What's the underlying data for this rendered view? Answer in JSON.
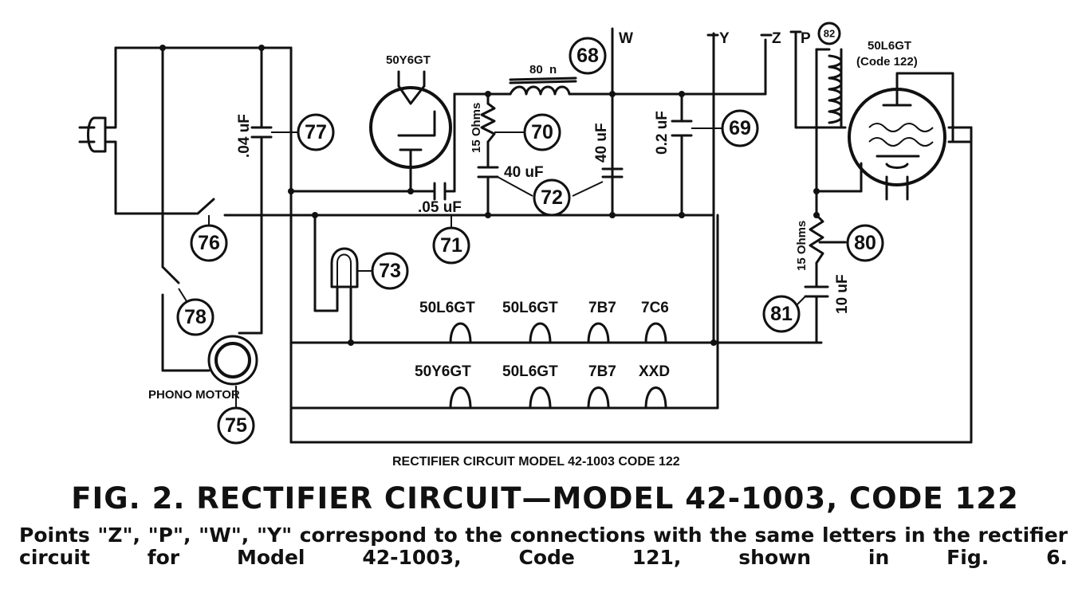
{
  "diagram": {
    "tubes": {
      "rectifier": "50Y6GT",
      "output": "50L6GT",
      "output_code": "(Code 122)"
    },
    "points": {
      "w": "W",
      "y": "Y",
      "z": "Z",
      "p": "P"
    },
    "components": {
      "choke": "80",
      "choke_unit": "n",
      "res_top": "15 Ohms",
      "cap_40a": "40 uF",
      "cap_40b": "40 uF",
      "cap_05": ".05 uF",
      "cap_04": ".04 uF",
      "cap_02": "0.2 uF",
      "res_right": "15 Ohms",
      "cap_10": "10 uF",
      "phono_motor": "PHONO MOTOR"
    },
    "heaters_row1": [
      "50L6GT",
      "50L6GT",
      "7B7",
      "7C6"
    ],
    "heaters_row2": [
      "50Y6GT",
      "50L6GT",
      "7B7",
      "XXD"
    ],
    "callouts": {
      "c68": "68",
      "c69": "69",
      "c70": "70",
      "c71": "71",
      "c72": "72",
      "c73": "73",
      "c75": "75",
      "c76": "76",
      "c77": "77",
      "c78": "78",
      "c80": "80",
      "c81": "81",
      "c82": "82"
    },
    "small_caption": "RECTIFIER CIRCUIT MODEL 42-1003 CODE 122"
  },
  "figure": {
    "title": "FIG. 2. RECTIFIER CIRCUIT—MODEL 42-1003, CODE 122",
    "note": "Points \"Z\", \"P\", \"W\", \"Y\" correspond to the connections with the same letters in the rectifier circuit for Model 42-1003, Code 121, shown in Fig. 6."
  }
}
